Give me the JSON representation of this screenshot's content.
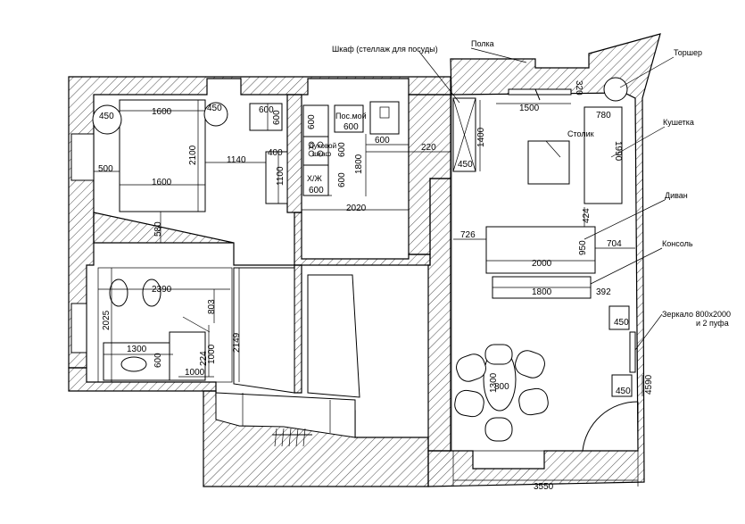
{
  "labels": {
    "cabinet": "Шкаф (стеллаж для посуды)",
    "shelf": "Полка",
    "floor_lamp": "Торшер",
    "couch": "Кушетка",
    "table": "Столик",
    "sofa": "Диван",
    "console": "Консоль",
    "mirror_1": "Зеркало 800х2000",
    "mirror_2": "и 2 пуфа",
    "dishwasher": "Пос.мой",
    "oven_1": "Духовой",
    "oven_2": "шкаф",
    "fridge": "Х/Ж"
  },
  "dimensions": {
    "bed_top": "1600",
    "bed_bottom": "1600",
    "bed_height": "2100",
    "nightstand_left": "450",
    "nightstand_right": "450",
    "dresser_w": "600",
    "dresser_h": "600",
    "bed_to_wall": "1140",
    "wall_left": "500",
    "wardrobe_h": "1100",
    "wardrobe_w": "400",
    "bedroom_gap": "580",
    "kitchen_600_a": "600",
    "kitchen_600_b": "600",
    "kitchen_600_c": "600",
    "kitchen_600_d": "600",
    "kitchen_600_e": "600",
    "kitchen_600_f": "600",
    "kitchen_1800": "1800",
    "kitchen_2020": "2020",
    "kitchen_220": "220",
    "bath_2390": "2390",
    "bath_2025": "2025",
    "bath_803": "803",
    "bath_1300": "1300",
    "bath_600": "600",
    "bath_1000": "1000",
    "bath_1000b": "1000",
    "bath_224": "224",
    "hall_2149": "2149",
    "living_1500": "1500",
    "living_320": "320",
    "living_1400": "1400",
    "living_450": "450",
    "living_780": "780",
    "living_1990": "1990",
    "living_424": "424",
    "living_726": "726",
    "living_704": "704",
    "sofa_2000": "2000",
    "sofa_950": "950",
    "console_1800": "1800",
    "living_392": "392",
    "pouf_450_a": "450",
    "pouf_450_b": "450",
    "living_4590": "4590",
    "dining_1300": "1300",
    "dining_800": "800",
    "total_3550": "3550"
  }
}
